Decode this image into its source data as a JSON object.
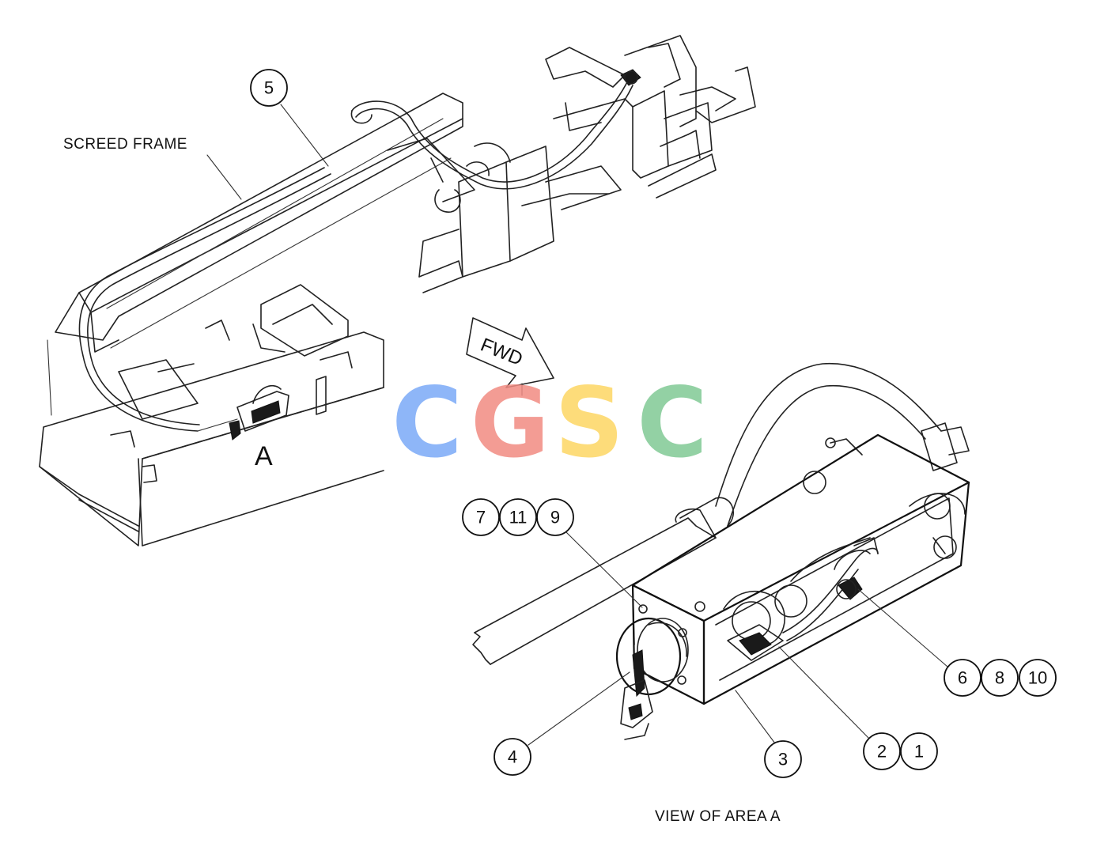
{
  "labels": {
    "screed_frame": "SCREED FRAME",
    "view_of_area": "VIEW OF AREA A",
    "area_marker": "A",
    "fwd": "FWD"
  },
  "callouts": {
    "c5": "5",
    "c7": "7",
    "c11": "11",
    "c9": "9",
    "c6": "6",
    "c8": "8",
    "c10": "10",
    "c4": "4",
    "c3": "3",
    "c2": "2",
    "c1": "1"
  },
  "watermark": {
    "letters": [
      "C",
      "G",
      "S",
      "C"
    ],
    "colors": [
      "#7baaf7",
      "#f28b82",
      "#fdd663",
      "#81c995"
    ]
  }
}
